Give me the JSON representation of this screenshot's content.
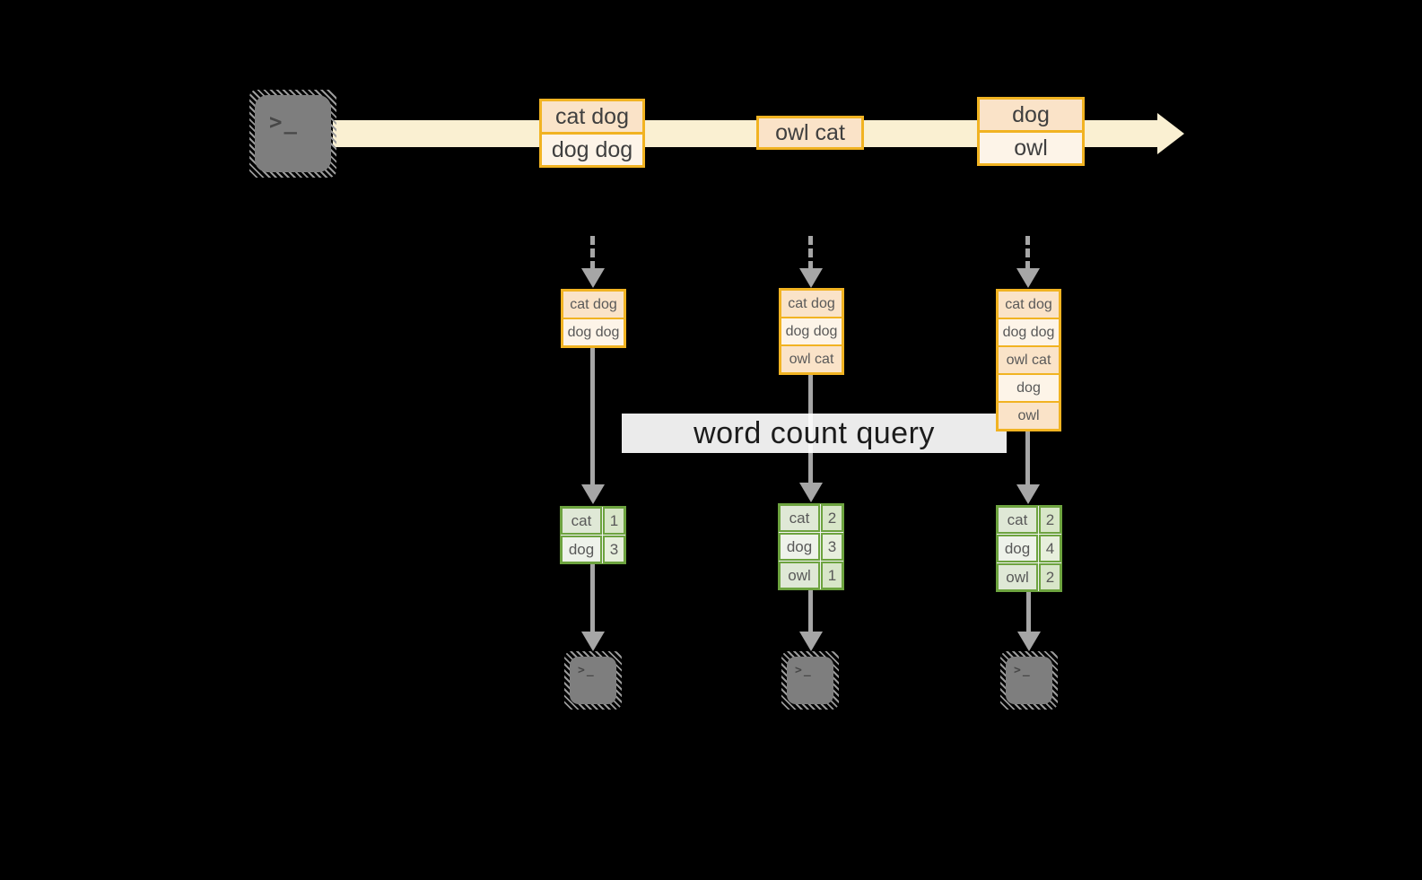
{
  "query": {
    "label": "word count query"
  },
  "icons": {
    "terminal_glyph": ">_"
  },
  "stream": {
    "events": [
      {
        "rows": [
          "cat dog",
          "dog dog"
        ]
      },
      {
        "rows": [
          "owl cat"
        ]
      },
      {
        "rows": [
          "dog",
          "owl"
        ]
      }
    ]
  },
  "batches": [
    {
      "rows": [
        "cat dog",
        "dog dog"
      ]
    },
    {
      "rows": [
        "cat dog",
        "dog dog",
        "owl cat"
      ]
    },
    {
      "rows": [
        "cat dog",
        "dog dog",
        "owl cat",
        "dog",
        "owl"
      ]
    }
  ],
  "tables": [
    {
      "rows": [
        [
          "cat",
          "1"
        ],
        [
          "dog",
          "3"
        ]
      ]
    },
    {
      "rows": [
        [
          "cat",
          "2"
        ],
        [
          "dog",
          "3"
        ],
        [
          "owl",
          "1"
        ]
      ]
    },
    {
      "rows": [
        [
          "cat",
          "2"
        ],
        [
          "dog",
          "4"
        ],
        [
          "owl",
          "2"
        ]
      ]
    }
  ],
  "colors": {
    "background": "#000000",
    "stream_band": "#faf0d2",
    "row_peach": "#fae3c8",
    "row_cream": "#fdf4e8",
    "border_orange": "#f1b322",
    "border_green": "#6da33f",
    "arrow_gray": "#a6a6a6",
    "terminal_gray": "#7e7e7e",
    "query_band": "#ffffff"
  }
}
